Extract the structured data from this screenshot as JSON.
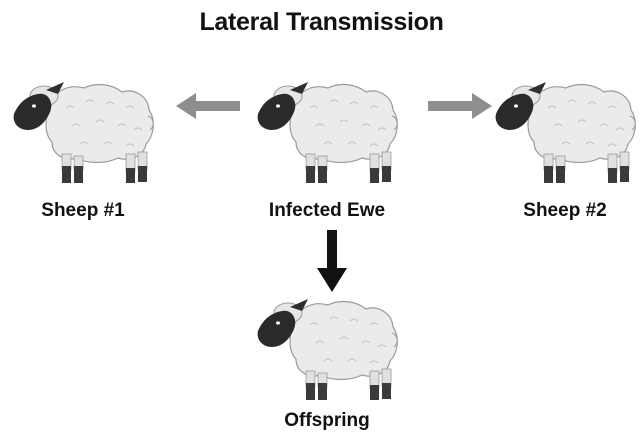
{
  "title": "Lateral Transmission",
  "nodes": {
    "sheep_1": {
      "label": "Sheep #1",
      "icon": "sheep-icon"
    },
    "infected_ewe": {
      "label": "Infected Ewe",
      "icon": "sheep-icon"
    },
    "sheep_2": {
      "label": "Sheep #2",
      "icon": "sheep-icon"
    },
    "offspring": {
      "label": "Offspring",
      "icon": "sheep-icon"
    }
  },
  "edges": [
    {
      "from": "infected_ewe",
      "to": "sheep_1",
      "color": "#8e8e8e"
    },
    {
      "from": "infected_ewe",
      "to": "sheep_2",
      "color": "#8e8e8e"
    },
    {
      "from": "infected_ewe",
      "to": "offspring",
      "color": "#111111"
    }
  ],
  "colors": {
    "wool": "#ebebeb",
    "face": "#2a2a2a",
    "legs": "#3a3a3a"
  }
}
